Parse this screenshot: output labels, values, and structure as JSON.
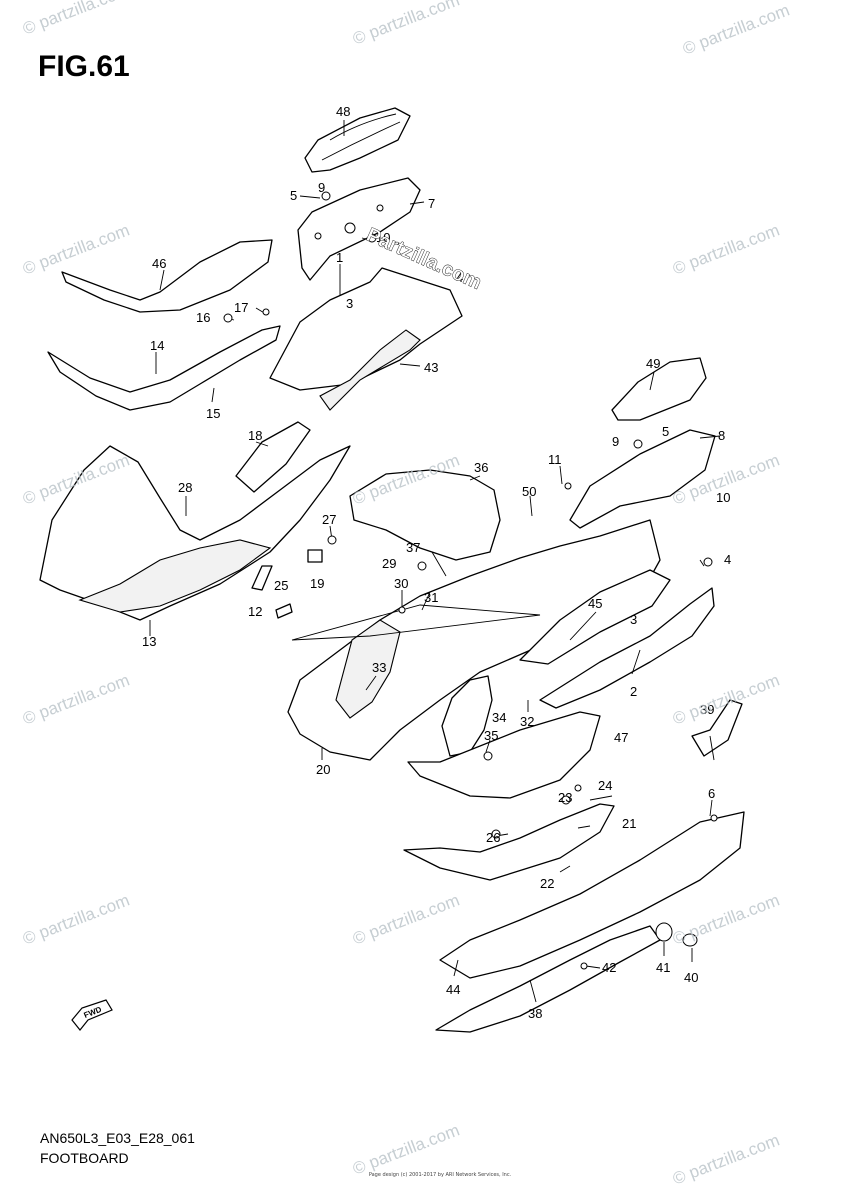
{
  "figure": {
    "title": "FIG.61",
    "model_code": "AN650L3_E03_E28_061",
    "name": "FOOTBOARD",
    "copyright": "Page design (c) 2001-2017 by ARI Network Services, Inc."
  },
  "watermark": {
    "text": "© partzilla.com",
    "main_text": "Partzilla.com"
  },
  "direction_badge": "FWD",
  "callouts": [
    "48",
    "5",
    "9",
    "7",
    "10",
    "46",
    "1",
    "4",
    "17",
    "16",
    "3",
    "14",
    "43",
    "15",
    "49",
    "5",
    "8",
    "18",
    "9",
    "10",
    "36",
    "11",
    "28",
    "50",
    "27",
    "4",
    "37",
    "29",
    "19",
    "25",
    "30",
    "31",
    "45",
    "3",
    "12",
    "13",
    "33",
    "2",
    "32",
    "34",
    "39",
    "35",
    "47",
    "20",
    "24",
    "23",
    "6",
    "21",
    "26",
    "22",
    "42",
    "41",
    "40",
    "44",
    "38"
  ]
}
